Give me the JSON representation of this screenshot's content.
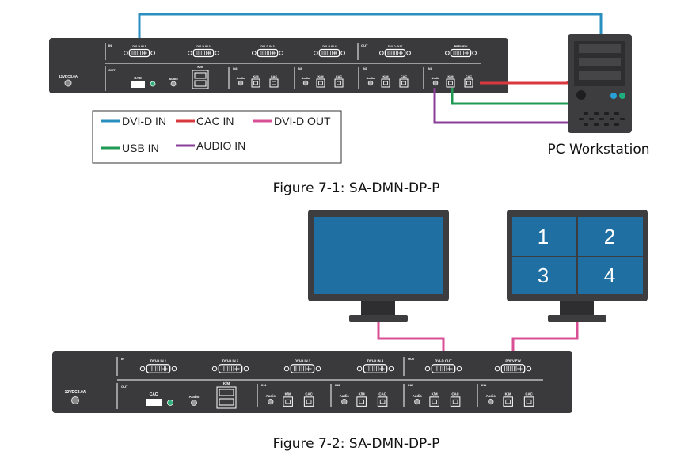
{
  "colors": {
    "device": "#3a3a3c",
    "screen": "#1f6fa3",
    "bezel": "#3d3d3f",
    "dvi_in": "#2a8fbf",
    "cac_in": "#d9383f",
    "dvi_out": "#d94f96",
    "usb_in": "#1f9a55",
    "audio_in": "#8a3f98",
    "led": "#2fb07c"
  },
  "figure1": {
    "caption": "Figure 7-1: SA-DMN-DP-P",
    "device": {
      "power_label": "12VDC3.0A",
      "in_label": "IN",
      "out_label": "OUT",
      "dvi_ports": [
        "DVI-D IN 1",
        "DVI-D IN 2",
        "DVI-D IN 3",
        "DVI-D IN 4"
      ],
      "out_section_label": "OUT",
      "dvi_out": "DVI-D OUT",
      "preview": "PREVIEW",
      "cac_label": "CAC",
      "audio_label": "Audio",
      "km_label": "K/M",
      "channels": [
        {
          "name": "IN4",
          "audio": "Audio",
          "km": "K/M",
          "cac": "CAC"
        },
        {
          "name": "IN3",
          "audio": "Audio",
          "km": "K/M",
          "cac": "CAC"
        },
        {
          "name": "IN2",
          "audio": "Audio",
          "km": "K/M",
          "cac": "CAC"
        },
        {
          "name": "IN1",
          "audio": "Audio",
          "km": "K/M",
          "cac": "CAC"
        }
      ]
    },
    "pc_label": "PC Workstation",
    "legend": [
      {
        "label": "DVI-D IN",
        "color_key": "dvi_in"
      },
      {
        "label": "CAC IN",
        "color_key": "cac_in"
      },
      {
        "label": "DVI-D OUT",
        "color_key": "dvi_out"
      },
      {
        "label": "USB IN",
        "color_key": "usb_in"
      },
      {
        "label": "AUDIO IN",
        "color_key": "audio_in"
      }
    ]
  },
  "figure2": {
    "caption": "Figure 7-2: SA-DMN-DP-P",
    "quad_numbers": [
      "1",
      "2",
      "3",
      "4"
    ],
    "device": {
      "power_label": "12VDC3.0A",
      "in_label": "IN",
      "out_label": "OUT",
      "dvi_ports": [
        "DVI-D IN 1",
        "DVI-D IN 2",
        "DVI-D IN 3",
        "DVI-D IN 4"
      ],
      "out_section_label": "OUT",
      "dvi_out": "DVI-D OUT",
      "preview": "PREVIEW",
      "cac_label": "CAC",
      "audio_label": "Audio",
      "km_label": "K/M",
      "channels": [
        {
          "name": "IN4",
          "audio": "Audio",
          "km": "K/M",
          "cac": "CAC"
        },
        {
          "name": "IN3",
          "audio": "Audio",
          "km": "K/M",
          "cac": "CAC"
        },
        {
          "name": "IN2",
          "audio": "Audio",
          "km": "K/M",
          "cac": "CAC"
        },
        {
          "name": "IN1",
          "audio": "Audio",
          "km": "K/M",
          "cac": "CAC"
        }
      ]
    }
  }
}
